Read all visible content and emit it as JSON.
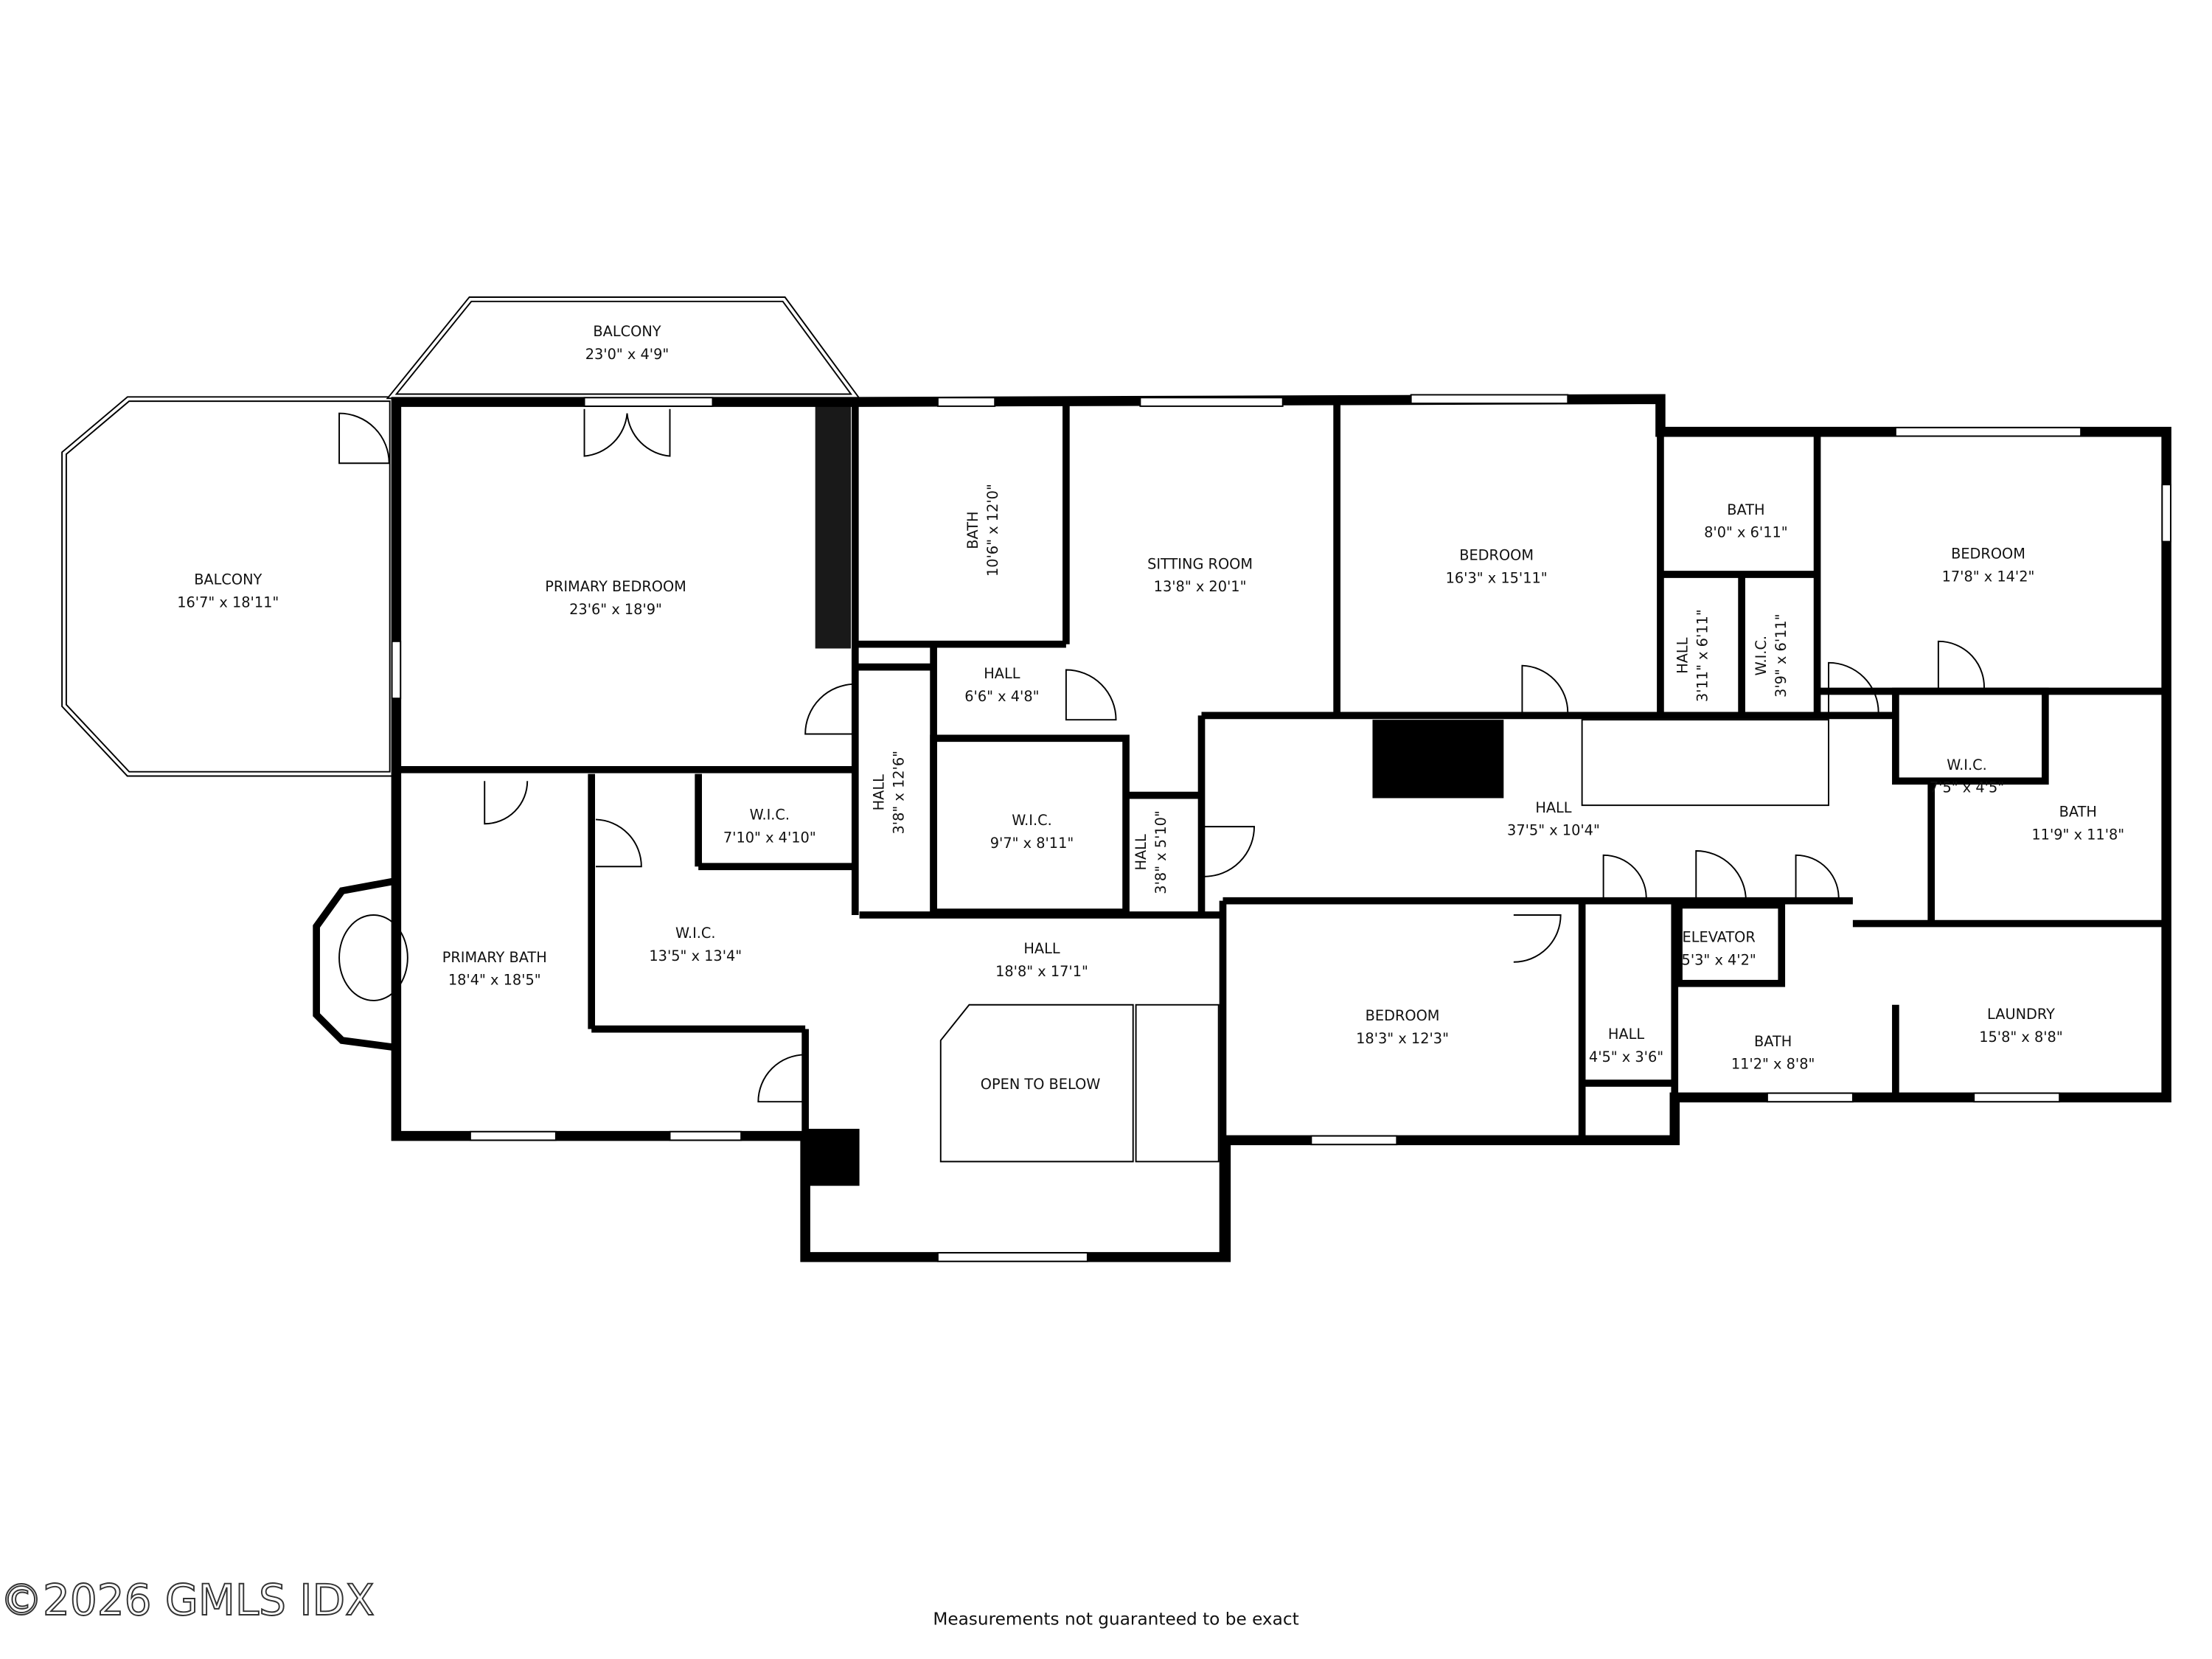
{
  "rooms": [
    {
      "name": "BALCONY",
      "dims": "16'7\" x 18'11\""
    },
    {
      "name": "BALCONY",
      "dims": "23'0\" x 4'9\""
    },
    {
      "name": "PRIMARY BEDROOM",
      "dims": "23'6\" x 18'9\""
    },
    {
      "name": "BATH",
      "dims": "10'6\" x 12'0\""
    },
    {
      "name": "SITTING ROOM",
      "dims": "13'8\" x 20'1\""
    },
    {
      "name": "BEDROOM",
      "dims": "16'3\" x 15'11\""
    },
    {
      "name": "BATH",
      "dims": "8'0\" x 6'11\""
    },
    {
      "name": "BEDROOM",
      "dims": "17'8\" x 14'2\""
    },
    {
      "name": "HALL",
      "dims": "3'11\" x 6'11\""
    },
    {
      "name": "W.I.C.",
      "dims": "3'9\" x 6'11\""
    },
    {
      "name": "HALL",
      "dims": "6'6\" x 4'8\""
    },
    {
      "name": "HALL",
      "dims": "3'8\" x 12'6\""
    },
    {
      "name": "W.I.C.",
      "dims": "7'10\" x 4'10\""
    },
    {
      "name": "W.I.C.",
      "dims": "9'7\" x 8'11\""
    },
    {
      "name": "HALL",
      "dims": "3'8\" x 5'10\""
    },
    {
      "name": "HALL",
      "dims": "37'5\" x 10'4\""
    },
    {
      "name": "W.I.C.",
      "dims": "7'5\" x 4'5\""
    },
    {
      "name": "BATH",
      "dims": "11'9\" x 11'8\""
    },
    {
      "name": "PRIMARY BATH",
      "dims": "18'4\" x 18'5\""
    },
    {
      "name": "W.I.C.",
      "dims": "13'5\" x 13'4\""
    },
    {
      "name": "HALL",
      "dims": "18'8\" x 17'1\""
    },
    {
      "name": "ELEVATOR",
      "dims": "5'3\" x 4'2\""
    },
    {
      "name": "BEDROOM",
      "dims": "18'3\" x 12'3\""
    },
    {
      "name": "HALL",
      "dims": "4'5\" x 3'6\""
    },
    {
      "name": "BATH",
      "dims": "11'2\" x 8'8\""
    },
    {
      "name": "LAUNDRY",
      "dims": "15'8\" x 8'8\""
    },
    {
      "name": "OPEN TO BELOW",
      "dims": ""
    }
  ],
  "footer": {
    "watermark": "©2026 GMLS IDX",
    "disclaimer": "Measurements not guaranteed to be exact"
  }
}
